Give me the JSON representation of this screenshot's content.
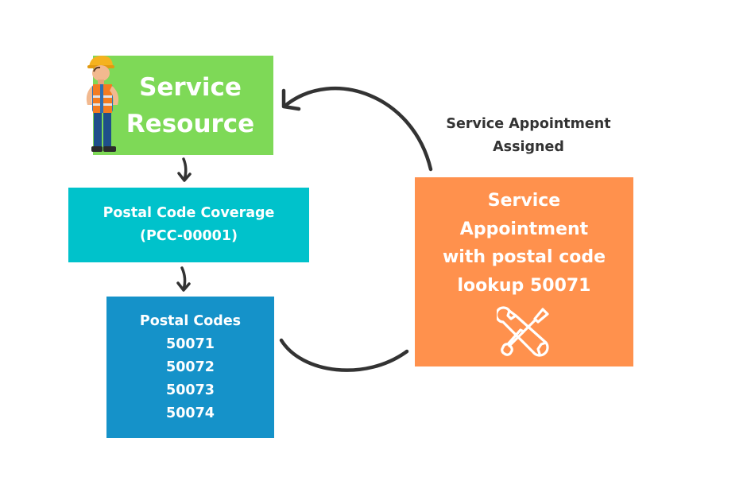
{
  "service_resource": {
    "label": "Service\nResource"
  },
  "coverage": {
    "label": "Postal Code Coverage\n(PCC-00001)"
  },
  "postal_codes": {
    "heading": "Postal Codes",
    "codes": [
      "50071",
      "50072",
      "50073",
      "50074"
    ]
  },
  "appointment": {
    "label": "Service\nAppointment\nwith postal code\nlookup 50071"
  },
  "assigned_caption": "Service Appointment\nAssigned",
  "icons": {
    "worker": "construction-worker-icon",
    "tools": "wrench-screwdriver-icon"
  },
  "colors": {
    "service_resource": "#7ed957",
    "coverage": "#00c2cb",
    "postal_codes": "#1592c9",
    "appointment": "#ff914d",
    "arrows": "#333333"
  }
}
